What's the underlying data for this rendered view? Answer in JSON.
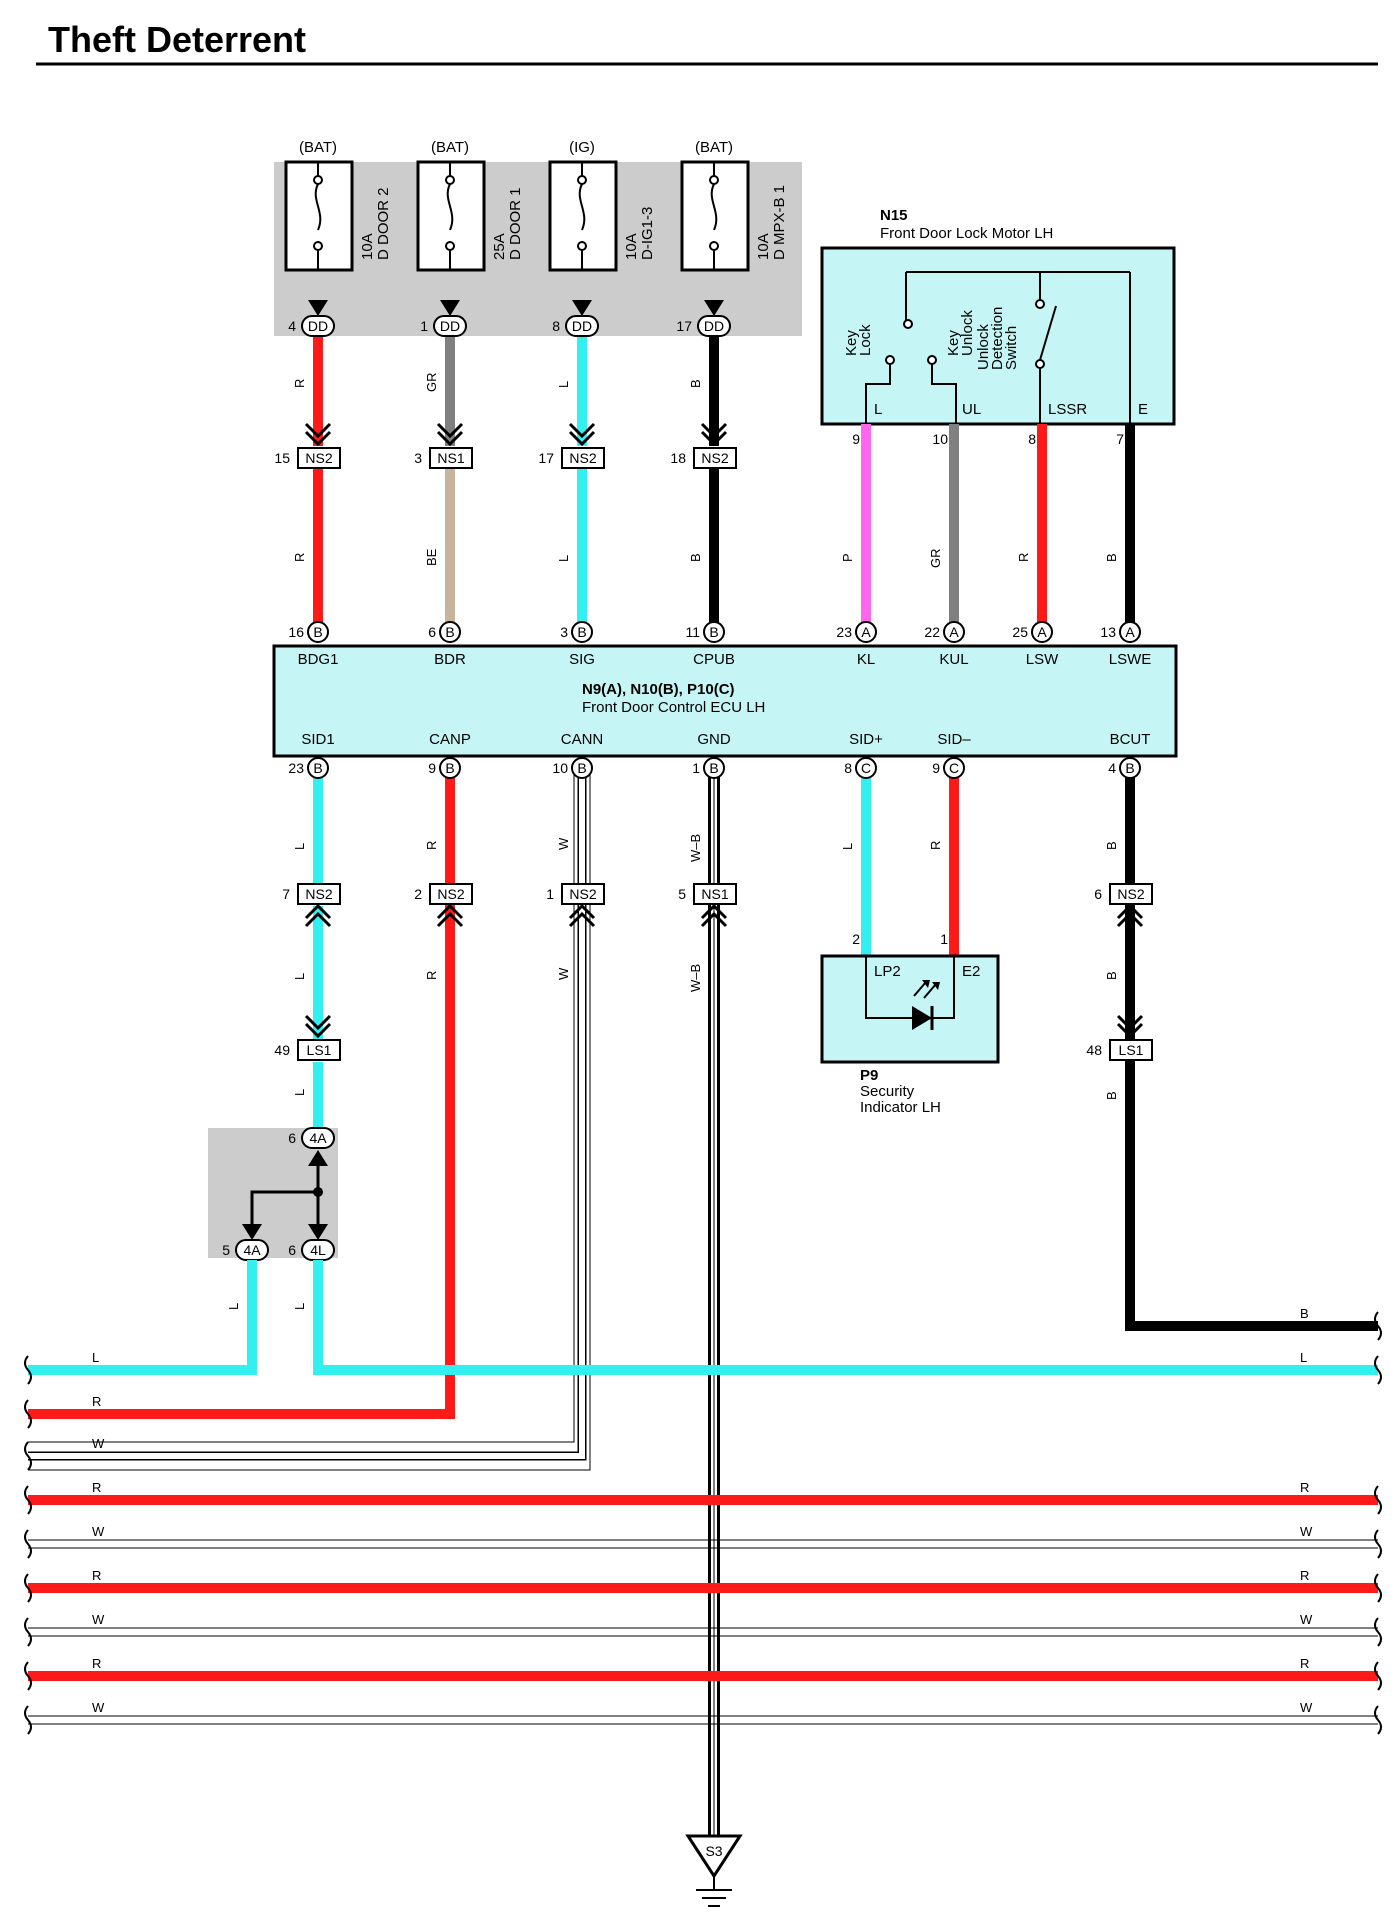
{
  "title": "Theft Deterrent",
  "fuses": [
    {
      "source": "(BAT)",
      "rating": "10A",
      "name": "D DOOR 2",
      "pin": "4",
      "conn": "DD"
    },
    {
      "source": "(BAT)",
      "rating": "25A",
      "name": "D DOOR 1",
      "pin": "1",
      "conn": "DD"
    },
    {
      "source": "(IG)",
      "rating": "10A",
      "name": "D-IG1-3",
      "pin": "8",
      "conn": "DD"
    },
    {
      "source": "(BAT)",
      "rating": "10A",
      "name": "D MPX-B 1",
      "pin": "17",
      "conn": "DD"
    }
  ],
  "n15": {
    "id": "N15",
    "name": "Front Door Lock Motor LH",
    "labels": {
      "key_lock_1": "Key",
      "key_lock_2": "Lock",
      "key_unlock_1": "Key",
      "key_unlock_2": "Unlock",
      "det_1": "Unlock",
      "det_2": "Detection",
      "det_3": "Switch"
    },
    "pins": [
      {
        "label": "L",
        "num": "9",
        "wire": "P"
      },
      {
        "label": "UL",
        "num": "10",
        "wire": "GR"
      },
      {
        "label": "LSSR",
        "num": "8",
        "wire": "R"
      },
      {
        "label": "E",
        "num": "7",
        "wire": "B"
      }
    ]
  },
  "ecu": {
    "ids": "N9(A), N10(B), P10(C)",
    "name": "Front Door Control ECU LH",
    "top_pins": [
      {
        "num": "16",
        "conn": "B",
        "label": "BDG1"
      },
      {
        "num": "6",
        "conn": "B",
        "label": "BDR"
      },
      {
        "num": "3",
        "conn": "B",
        "label": "SIG"
      },
      {
        "num": "11",
        "conn": "B",
        "label": "CPUB"
      },
      {
        "num": "23",
        "conn": "A",
        "label": "KL"
      },
      {
        "num": "22",
        "conn": "A",
        "label": "KUL"
      },
      {
        "num": "25",
        "conn": "A",
        "label": "LSW"
      },
      {
        "num": "13",
        "conn": "A",
        "label": "LSWE"
      }
    ],
    "bottom_pins": [
      {
        "num": "23",
        "conn": "B",
        "label": "SID1"
      },
      {
        "num": "9",
        "conn": "B",
        "label": "CANP"
      },
      {
        "num": "10",
        "conn": "B",
        "label": "CANN"
      },
      {
        "num": "1",
        "conn": "B",
        "label": "GND"
      },
      {
        "num": "8",
        "conn": "C",
        "label": "SID+"
      },
      {
        "num": "9",
        "conn": "C",
        "label": "SID–"
      },
      {
        "num": "4",
        "conn": "B",
        "label": "BCUT"
      }
    ]
  },
  "top_splices": [
    {
      "num": "15",
      "name": "NS2"
    },
    {
      "num": "3",
      "name": "NS1"
    },
    {
      "num": "17",
      "name": "NS2"
    },
    {
      "num": "18",
      "name": "NS2"
    }
  ],
  "wires_upper": [
    "R",
    "GR",
    "L",
    "B"
  ],
  "wires_mid": [
    "R",
    "BE",
    "L",
    "B"
  ],
  "bottom_splices": [
    {
      "num": "7",
      "name": "NS2"
    },
    {
      "num": "2",
      "name": "NS2"
    },
    {
      "num": "1",
      "name": "NS2"
    },
    {
      "num": "5",
      "name": "NS1"
    },
    {
      "num": "6",
      "name": "NS2"
    }
  ],
  "ls1": [
    {
      "num": "49",
      "name": "LS1"
    },
    {
      "num": "48",
      "name": "LS1"
    }
  ],
  "junction": [
    {
      "num": "6",
      "name": "4A"
    },
    {
      "num": "5",
      "name": "4A"
    },
    {
      "num": "6",
      "name": "4L"
    }
  ],
  "p9": {
    "id": "P9",
    "name1": "Security",
    "name2": "Indicator LH",
    "pins": [
      {
        "num": "2",
        "label": "LP2"
      },
      {
        "num": "1",
        "label": "E2"
      }
    ]
  },
  "wire_labels": {
    "sid1": "L",
    "canp": "R",
    "cann": "W",
    "gnd": "W–B",
    "sidp": "L",
    "sidm": "R",
    "bcut": "B",
    "jl": "L",
    "jr": "L",
    "ls1r": "B"
  },
  "bus": [
    {
      "left": "L",
      "right": "L"
    },
    {
      "left": "R",
      "right": ""
    },
    {
      "left": "W",
      "right": ""
    },
    {
      "left": "R",
      "right": "R"
    },
    {
      "left": "W",
      "right": "W"
    },
    {
      "left": "R",
      "right": "R"
    },
    {
      "left": "W",
      "right": "W"
    },
    {
      "left": "R",
      "right": "R"
    },
    {
      "left": "W",
      "right": "W"
    }
  ],
  "bus_top_right": "B",
  "ground": "S3",
  "colors": {
    "red": "#ff1a1a",
    "cyan": "#33f0f0",
    "gray": "#808080",
    "beige": "#c8b49c",
    "black": "#000000",
    "pink": "#ff66ee",
    "box_fill": "#c6f5f5",
    "shade": "#cccccc"
  }
}
